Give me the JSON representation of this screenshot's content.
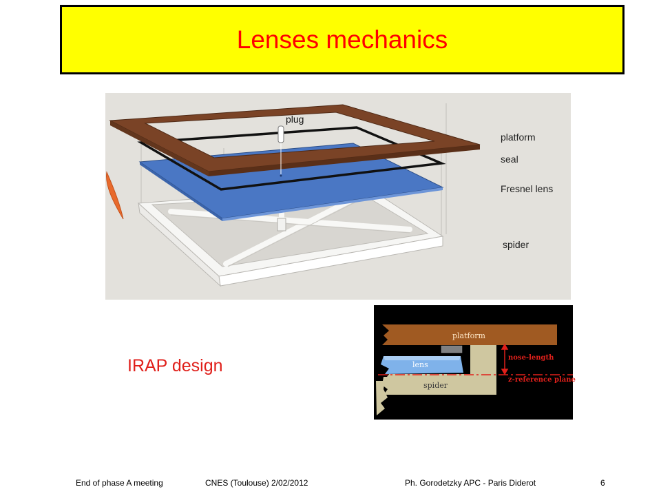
{
  "title": "Lenses mechanics",
  "diagram": {
    "plug_label": "plug",
    "layer_labels": [
      "platform",
      "seal",
      "Fresnel lens",
      "spider"
    ]
  },
  "caption": "IRAP design",
  "section_view": {
    "platform_label": "platform",
    "lens_label": "lens",
    "spider_label": "spider",
    "nose_label": "nose-length",
    "zref_label": "z-reference plane"
  },
  "footer": {
    "meeting": "End of phase A meeting",
    "venue": "CNES (Toulouse) 2/02/2012",
    "author": "Ph. Gorodetzky APC - Paris Diderot",
    "page": "6"
  },
  "colors": {
    "title_bg": "#ffff00",
    "title_fg": "#ff0000",
    "platform": "#7a4326",
    "lens": "#4a77c4",
    "accent_red": "#e0201b"
  }
}
